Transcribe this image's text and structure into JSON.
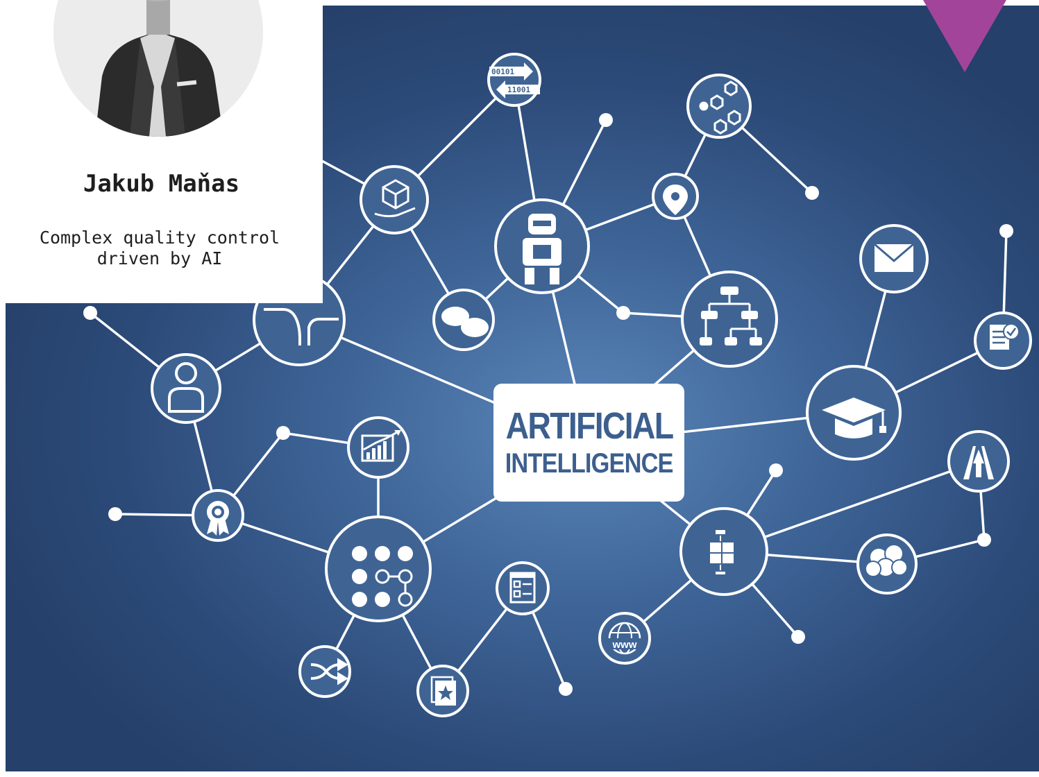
{
  "speaker": {
    "name": "Jakub Maňas",
    "talk_line1": "Complex quality control",
    "talk_line2": "driven by AI"
  },
  "hub": {
    "line1": "ARTIFICIAL",
    "line2": "INTELLIGENCE"
  },
  "binary_icon": {
    "top": "00101",
    "bottom": "11001"
  },
  "globe_icon_label": "www",
  "colors": {
    "background_center": "#5a85b8",
    "background_edge": "#25406a",
    "hub_text": "#3c5f8e",
    "accent_arrow": "#a2459a"
  }
}
